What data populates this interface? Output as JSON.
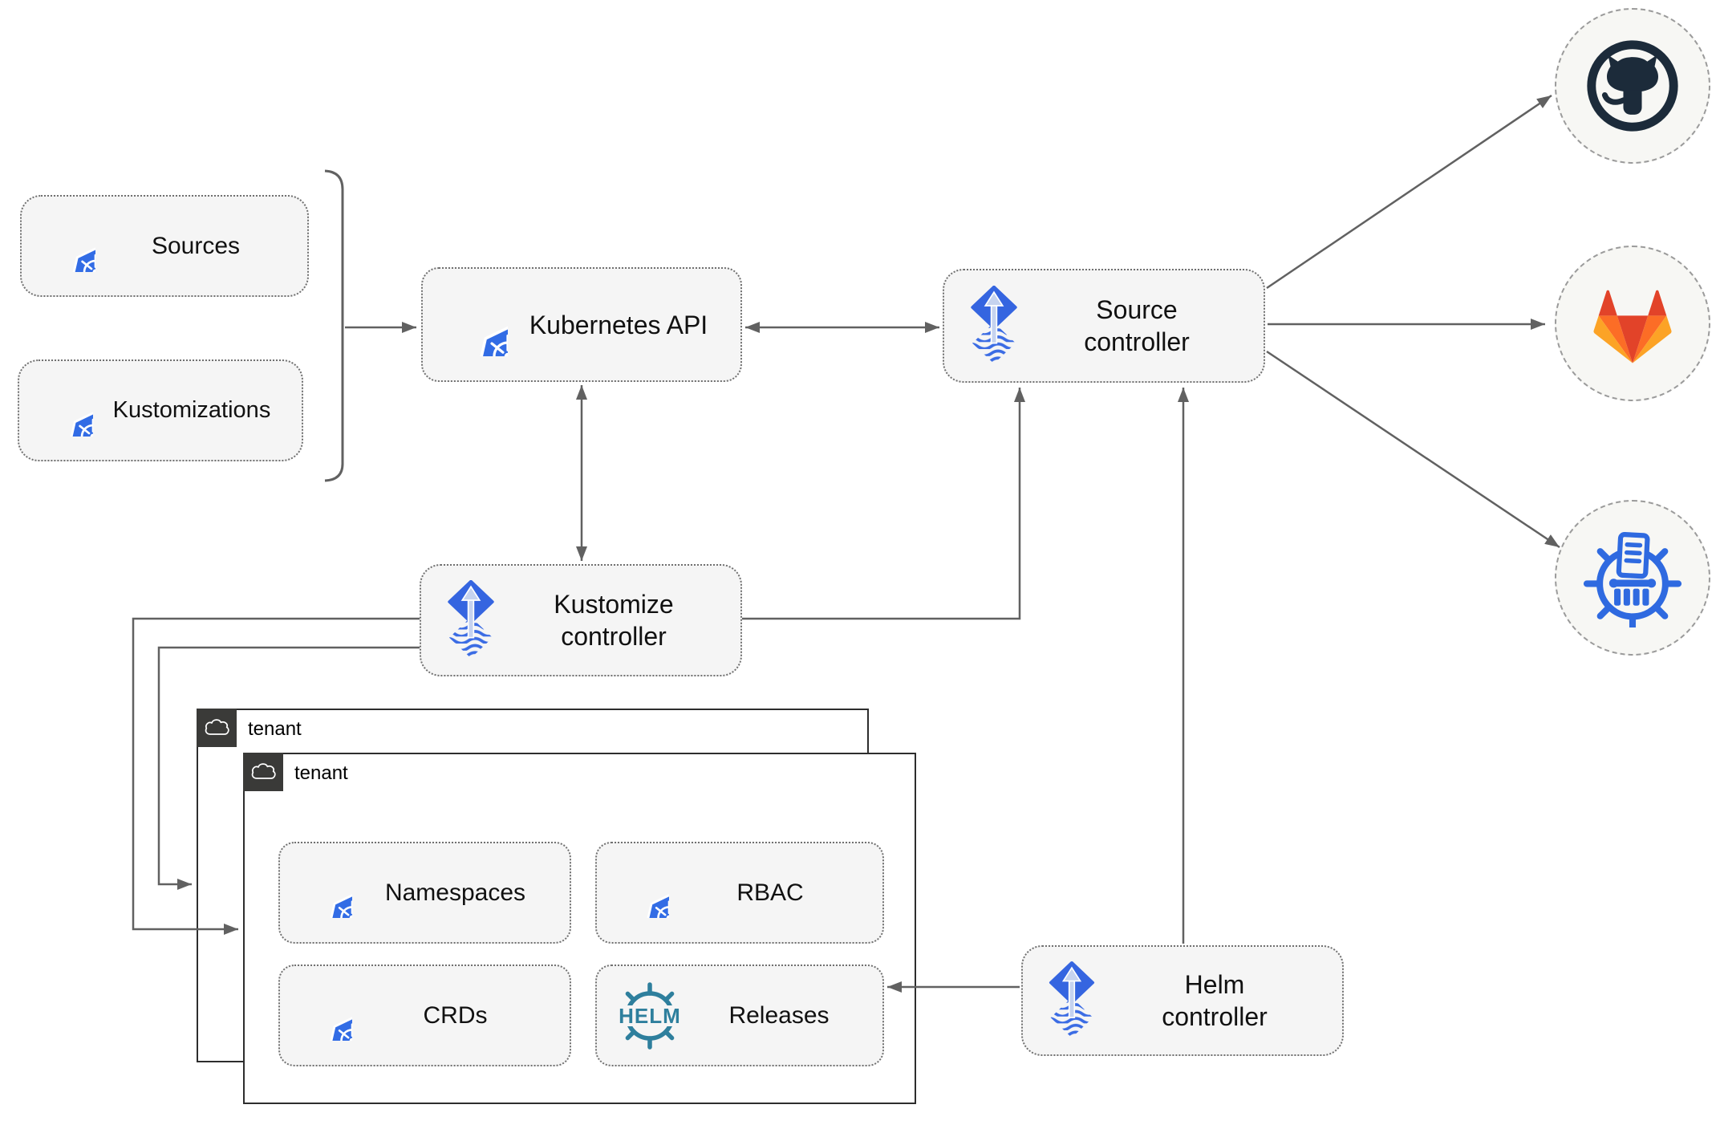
{
  "nodes": {
    "sources": {
      "label": "Sources",
      "icon": "kubernetes"
    },
    "kustomizations": {
      "label": "Kustomizations",
      "icon": "kubernetes"
    },
    "kubernetes_api": {
      "label": "Kubernetes API",
      "icon": "kubernetes"
    },
    "source_controller": {
      "label": "Source controller",
      "icon": "flux"
    },
    "kustomize_controller": {
      "label": "Kustomize controller",
      "icon": "flux"
    },
    "helm_controller": {
      "label": "Helm controller",
      "icon": "flux"
    },
    "namespaces": {
      "label": "Namespaces",
      "icon": "kubernetes"
    },
    "rbac": {
      "label": "RBAC",
      "icon": "kubernetes"
    },
    "crds": {
      "label": "CRDs",
      "icon": "kubernetes"
    },
    "releases": {
      "label": "Releases",
      "icon": "helm-wheel",
      "icon_text": "HELM"
    }
  },
  "groups": {
    "tenant_back": {
      "label": "tenant",
      "icon": "cloud"
    },
    "tenant_front": {
      "label": "tenant",
      "icon": "cloud"
    }
  },
  "external_targets": {
    "github": {
      "icon": "github-octocat"
    },
    "gitlab": {
      "icon": "gitlab-tanuki"
    },
    "chart_repository": {
      "icon": "chartmuseum-wheel"
    }
  },
  "colors": {
    "node_fill": "#f5f5f5",
    "node_border": "#707070",
    "wire": "#616161",
    "kubernetes_blue": "#326ce5",
    "flux_blue": "#3565e0",
    "flux_arrow_light": "#c6d3ef",
    "helm_teal": "#2e7f9d",
    "github_dark": "#1c2b3a",
    "gitlab_orange": "#e24329",
    "gitlab_mid_orange": "#fc6d26",
    "gitlab_light_orange": "#fca326",
    "chartmuseum_blue": "#2f6ae0",
    "tenant_tab": "#3a3a38"
  }
}
